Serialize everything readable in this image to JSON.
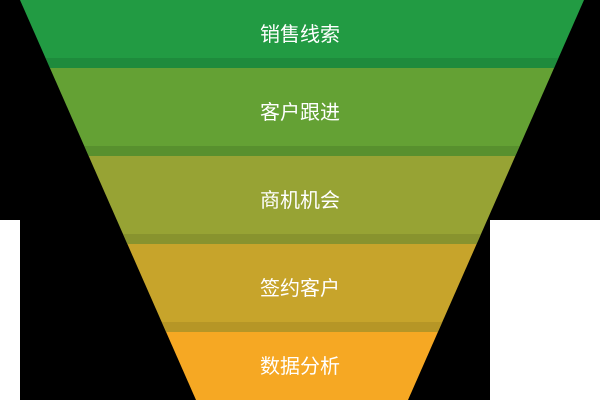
{
  "funnel": {
    "stages": [
      {
        "label": "销售线索",
        "color": "#229b43",
        "shadow": "#1b7e36"
      },
      {
        "label": "客户跟进",
        "color": "#64a134",
        "shadow": "#4f8329"
      },
      {
        "label": "商机机会",
        "color": "#97a334",
        "shadow": "#7b8629"
      },
      {
        "label": "签约客户",
        "color": "#c7a42b",
        "shadow": "#a88a22"
      },
      {
        "label": "数据分析",
        "color": "#f6a823",
        "shadow": "#d58f19"
      }
    ]
  }
}
